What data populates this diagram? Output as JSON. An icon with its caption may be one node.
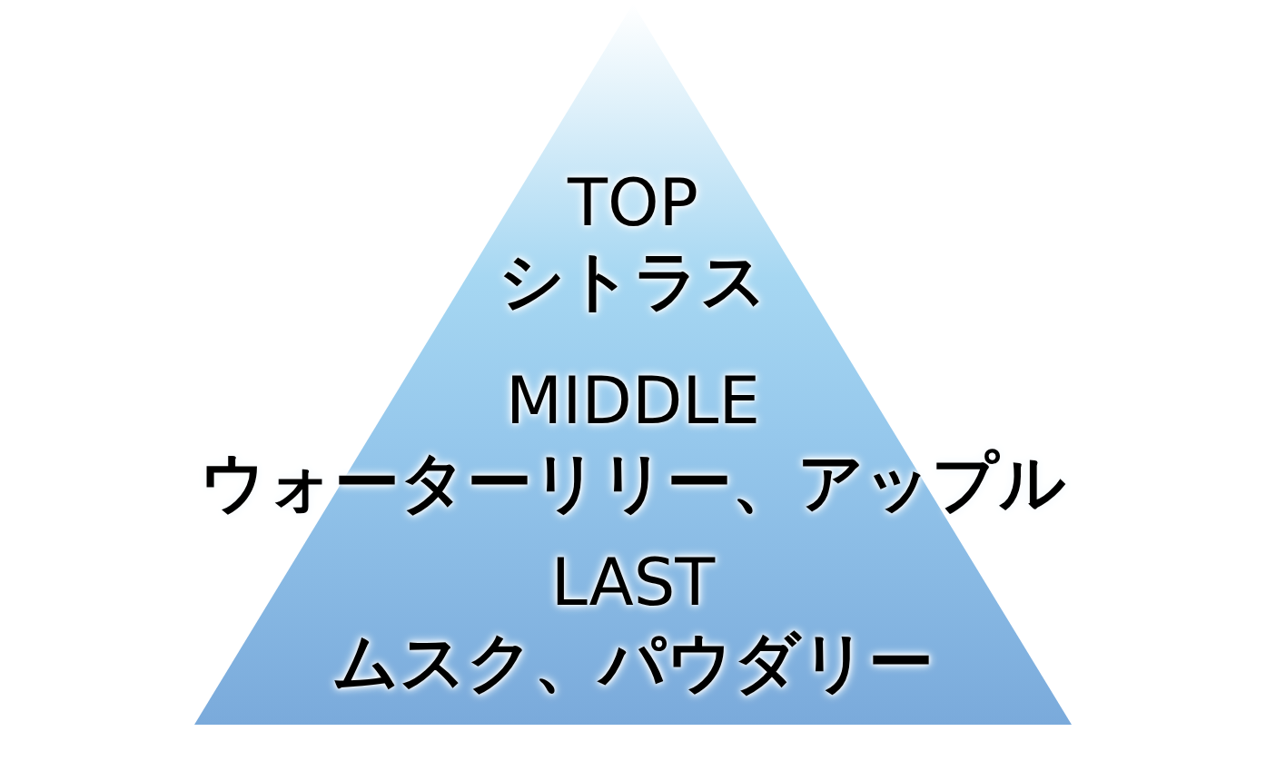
{
  "diagram": {
    "nodes": [
      {
        "text": [
          "TOP",
          "シトラス",
          "MIDDLE",
          "ウォーターリリー、アップル",
          "LAST",
          "ムスク、パウダリー"
        ]
      }
    ]
  }
}
